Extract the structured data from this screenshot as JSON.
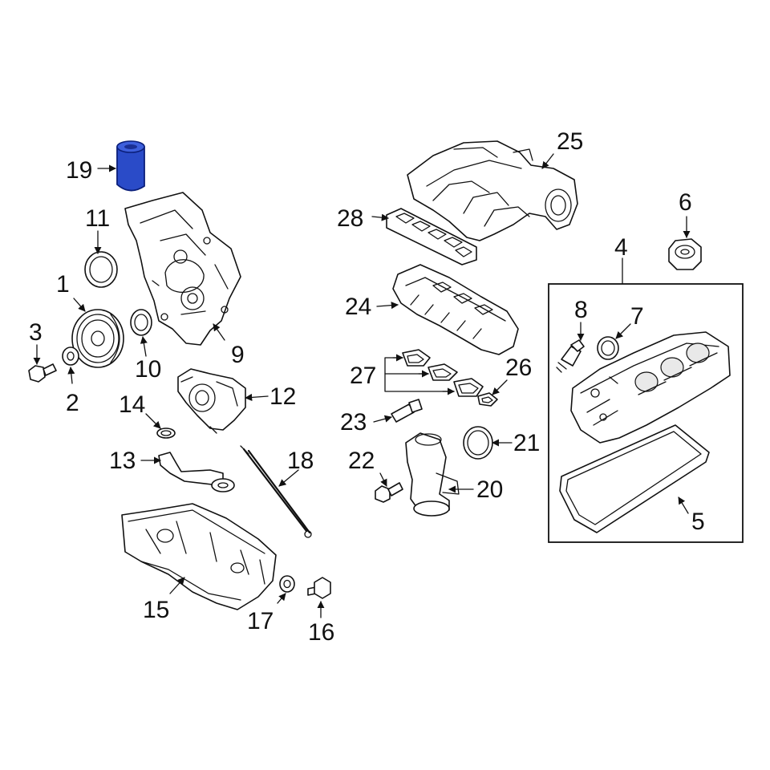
{
  "callouts": {
    "n1": "1",
    "n2": "2",
    "n3": "3",
    "n4": "4",
    "n5": "5",
    "n6": "6",
    "n7": "7",
    "n8": "8",
    "n9": "9",
    "n10": "10",
    "n11": "11",
    "n12": "12",
    "n13": "13",
    "n14": "14",
    "n15": "15",
    "n16": "16",
    "n17": "17",
    "n18": "18",
    "n19": "19",
    "n20": "20",
    "n21": "21",
    "n22": "22",
    "n23": "23",
    "n24": "24",
    "n25": "25",
    "n26": "26",
    "n27": "27",
    "n28": "28"
  },
  "highlight": {
    "part": "19",
    "color": "#2a4bc8"
  }
}
